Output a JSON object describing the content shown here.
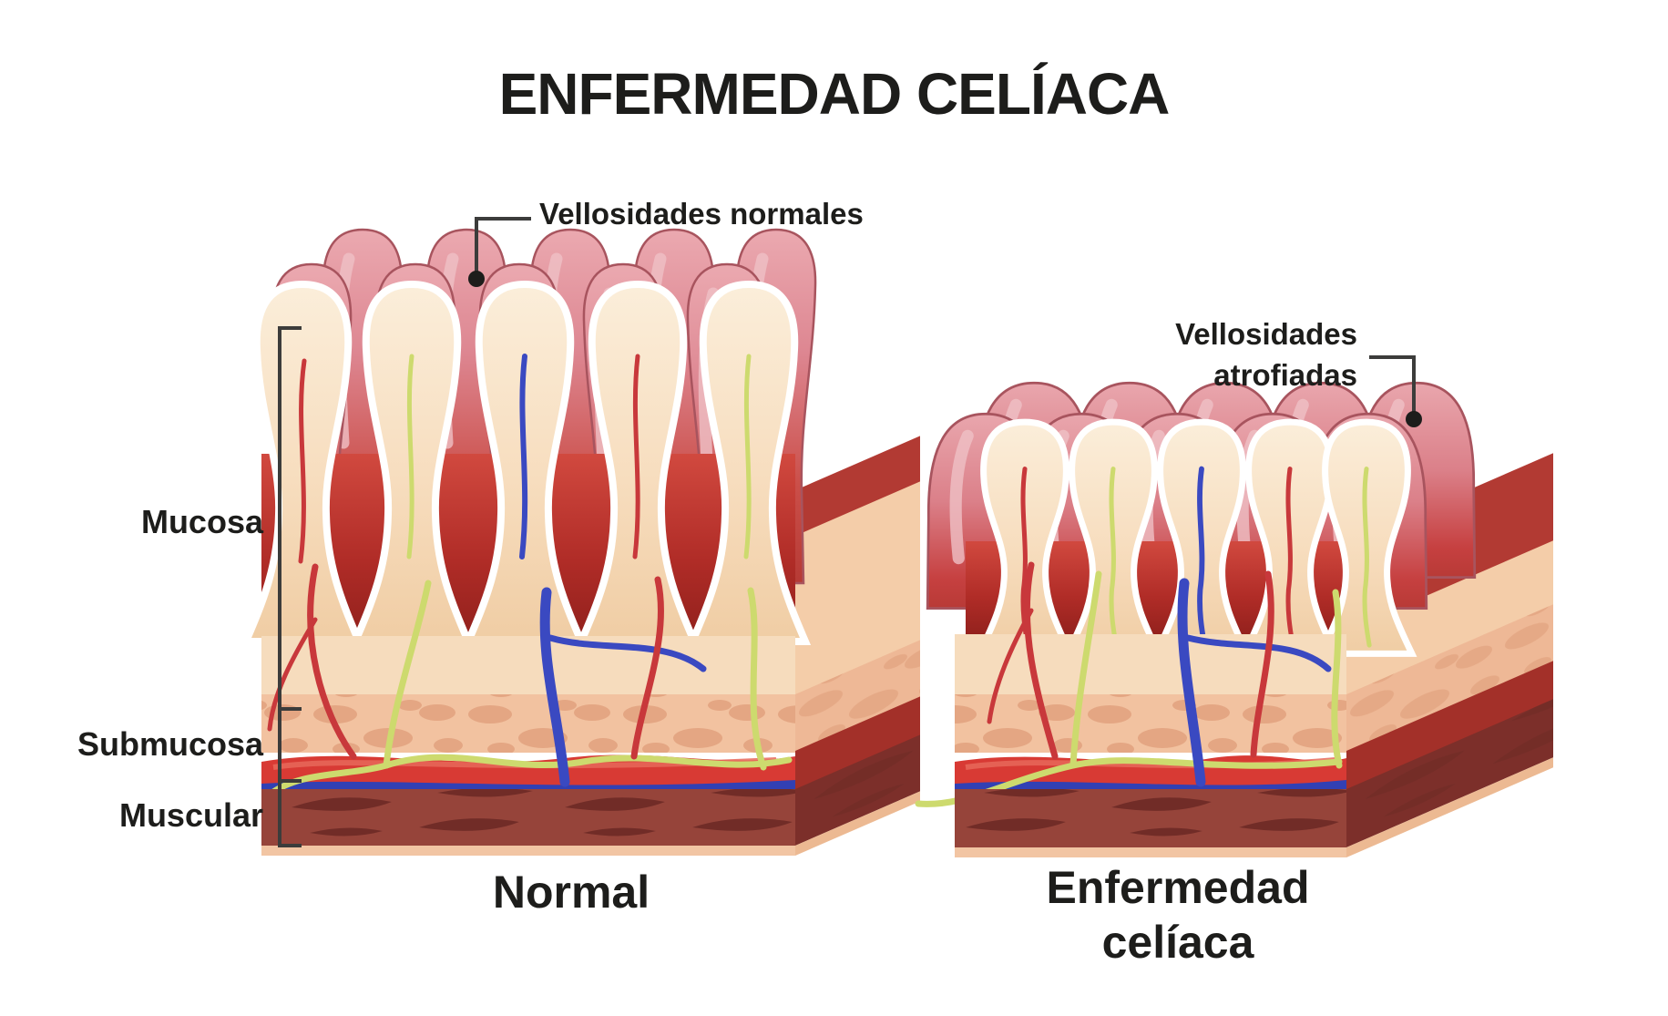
{
  "title": "ENFERMEDAD CELÍACA",
  "annotations": {
    "normal_villi_label": "Vellosidades normales",
    "atrophied_villi_label": "Vellosidades\natrofiadas"
  },
  "layer_labels": {
    "mucosa": "Mucosa",
    "submucosa": "Submucosa",
    "muscular": "Muscular"
  },
  "captions": {
    "normal": "Normal",
    "celiac": "Enfermedad\ncelíaca"
  },
  "palette": {
    "text": "#1d1d1b",
    "leader_line": "#3c3c3b",
    "villi_pink": "#dd8691",
    "villi_pink_highlight": "#efc0c5",
    "villi_outline": "#a8545e",
    "crypt_red": "#c8423b",
    "crypt_red_dark": "#8d1f1b",
    "villus_cream": "#f8e2c6",
    "face_cream": "#f6dcbd",
    "submucosa_bg": "#f2c2a0",
    "submucosa_blob": "#e2a37f",
    "band_red": "#d83a34",
    "band_blue": "#3240b4",
    "vessel_red": "#c8383b",
    "vessel_blue": "#3a49c1",
    "vessel_yellow": "#cdda6e",
    "muscular_front": "#96443a",
    "muscular_streak": "#6f2b26",
    "muscular_side": "#7c2f2a",
    "bottom_strip": "#f2c5a3"
  }
}
